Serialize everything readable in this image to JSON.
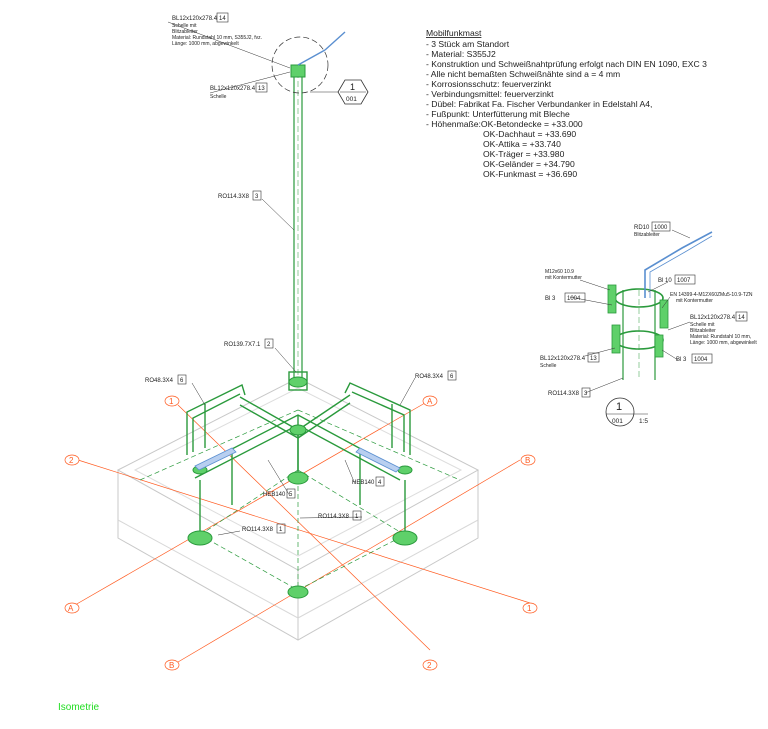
{
  "notes": {
    "title": "Mobilfunkmast",
    "lines": [
      "- 3 Stück am Standort",
      "- Material: S355J2",
      "- Konstruktion und Schweißnahtprüfung erfolgt nach DIN EN 1090, EXC 3",
      "- Alle nicht bemaßten Schweißnähte sind a = 4 mm",
      "- Korrosionsschutz: feuerverzinkt",
      "- Verbindungsmittel: feuerverzinkt",
      "- Dübel: Fabrikat Fa. Fischer Verbundanker in Edelstahl A4,",
      "- Fußpunkt: Unterfütterung mit Bleche",
      "- Höhenmaße:OK-Betondecke = +33.000"
    ],
    "heights": [
      "OK-Dachhaut = +33.690",
      "OK-Attika = +33.740",
      "OK-Träger = +33.980",
      "OK-Geländer = +34.790",
      "OK-Funkmast = +36.690"
    ]
  },
  "labels": {
    "top_clamp": {
      "name": "BL12x120x278.4",
      "num": "14",
      "desc": [
        "Schelle mit",
        "Blitzableiter",
        "Material: Rundstahl 10 mm, S355J2, fvz.",
        "Länge: 1000 mm, abgewinkelt"
      ]
    },
    "clamp13": {
      "name": "BL12x120x278.4",
      "num": "13",
      "desc": [
        "Schelle"
      ]
    },
    "mast": {
      "name": "RO114.3X8",
      "num": "3"
    },
    "ro139": {
      "name": "RO139.7X7.1",
      "num": "2"
    },
    "ro48_left": {
      "name": "RO48.3X4",
      "num": "6"
    },
    "ro48_right": {
      "name": "RO48.3X4",
      "num": "6"
    },
    "heb140_a": {
      "name": "HEB140",
      "num": "5"
    },
    "heb140_b": {
      "name": "HEB140",
      "num": "4"
    },
    "ro114_a": {
      "name": "RO114.3X8",
      "num": "1"
    },
    "ro114_b": {
      "name": "RO114.3X8",
      "num": "1"
    }
  },
  "detail": {
    "rd10": {
      "name": "RD10",
      "num": "1000",
      "desc": "Blitzableiter"
    },
    "m12": {
      "name": "M12x60 10.9",
      "desc": "mit Kontermutter"
    },
    "bl10": {
      "name": "Bl 10",
      "num": "1007"
    },
    "bl3_a": {
      "name": "Bl 3",
      "num": "1004"
    },
    "en": {
      "name": "EN 14399-4-M12X60ZMu5-10.9-TZN",
      "desc": "mit Kontermutter"
    },
    "bl12_14": {
      "name": "BL12x120x278.4",
      "num": "14",
      "desc": [
        "Schelle mit",
        "Blitzableiter",
        "Material: Rundstahl 10 mm,",
        "Länge: 1000 mm, abgewinkelt"
      ]
    },
    "bl12_13": {
      "name": "BL12x120x278.4",
      "num": "13",
      "desc": "Schelle"
    },
    "bl3_b": {
      "name": "Bl 3",
      "num": "1004"
    },
    "ro114": {
      "name": "RO114.3X8",
      "num": "3"
    },
    "callout_num": "1",
    "callout_sheet": "001",
    "scale": "1:5"
  },
  "callout_main": {
    "num": "1",
    "sheet": "001"
  },
  "grid_labels": {
    "one_top": "1",
    "a_top": "A",
    "two_left": "2",
    "b_right": "B",
    "a_left": "A",
    "one_right": "1",
    "b_bottom": "B",
    "two_bottom": "2"
  },
  "view_title": "Isometrie",
  "colors": {
    "steel": "#2a9a3c",
    "steel_light": "#5fd06a",
    "gridline": "#ff5a1f",
    "rod": "#5a8fd0",
    "concrete": "#cccccc"
  }
}
